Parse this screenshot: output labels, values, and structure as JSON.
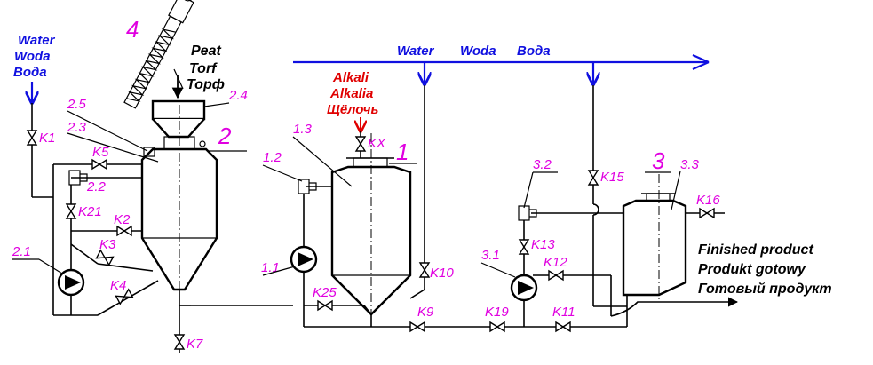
{
  "inputs": {
    "water_left": [
      "Water",
      "Woda",
      "Вода"
    ],
    "water_top": [
      "Water",
      "Woda",
      "Вода"
    ],
    "alkali": [
      "Alkali",
      "Alkalia",
      "Щёлочь"
    ],
    "peat": [
      "Peat",
      "Torf",
      "Торф"
    ]
  },
  "output": [
    "Finished product",
    "Produkt gotowy",
    "Готовый продукт"
  ],
  "units": {
    "u1": "1",
    "u2": "2",
    "u3": "3",
    "u4": "4"
  },
  "items": {
    "i11": "1.1",
    "i12": "1.2",
    "i13": "1.3",
    "i21": "2.1",
    "i22": "2.2",
    "i23": "2.3",
    "i24": "2.4",
    "i25": "2.5",
    "i31": "3.1",
    "i32": "3.2",
    "i33": "3.3"
  },
  "valves": {
    "k1": "K1",
    "k2": "K2",
    "k3": "K3",
    "k4": "K4",
    "k5": "K5",
    "k7": "K7",
    "k9": "K9",
    "k10": "K10",
    "k11": "K11",
    "k12": "K12",
    "k13": "K13",
    "k15": "K15",
    "k16": "K16",
    "k19": "K19",
    "k21": "K21",
    "k25": "K25",
    "kx": "KX"
  },
  "colors": {
    "water": "#1010e0",
    "alkali": "#e00000",
    "labels": "#e000e0",
    "lines": "#000000"
  }
}
